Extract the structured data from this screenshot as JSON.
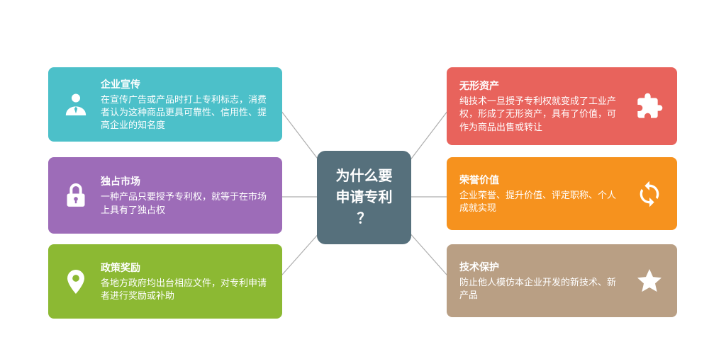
{
  "center": {
    "text": "为什么要\n申请专利\n？"
  },
  "colors": {
    "teal": "#4cc0c9",
    "purple": "#9d6cb8",
    "green": "#8cb933",
    "red": "#e8635c",
    "orange": "#f6921e",
    "tan": "#b99f84",
    "center_slate": "#56707c",
    "connector_gray": "#aeaeae",
    "icon_white": "#ffffff"
  },
  "boxes": {
    "left": [
      {
        "title": "企业宣传",
        "body": "在宣传广告或产品时打上专利标志，消费者认为这种商品更具可靠性、信用性、提高企业的知名度",
        "icon": "businessman-icon"
      },
      {
        "title": "独占市场",
        "body": "一种产品只要授予专利权，就等于在市场上具有了独占权",
        "icon": "lock-icon"
      },
      {
        "title": "政策奖励",
        "body": "各地方政府均出台相应文件，对专利申请者进行奖励或补助",
        "icon": "location-pin-icon"
      }
    ],
    "right": [
      {
        "title": "无形资产",
        "body": "纯技术一旦授予专利权就变成了工业产权，形成了无形资产，具有了价值，可作为商品出售或转让",
        "icon": "puzzle-icon"
      },
      {
        "title": "荣誉价值",
        "body": "企业荣誉、提升价值、评定职称、个人成就实现",
        "icon": "sync-arrows-icon"
      },
      {
        "title": "技术保护",
        "body": "防止他人模仿本企业开发的新技术、新产品",
        "icon": "star-icon"
      }
    ]
  }
}
